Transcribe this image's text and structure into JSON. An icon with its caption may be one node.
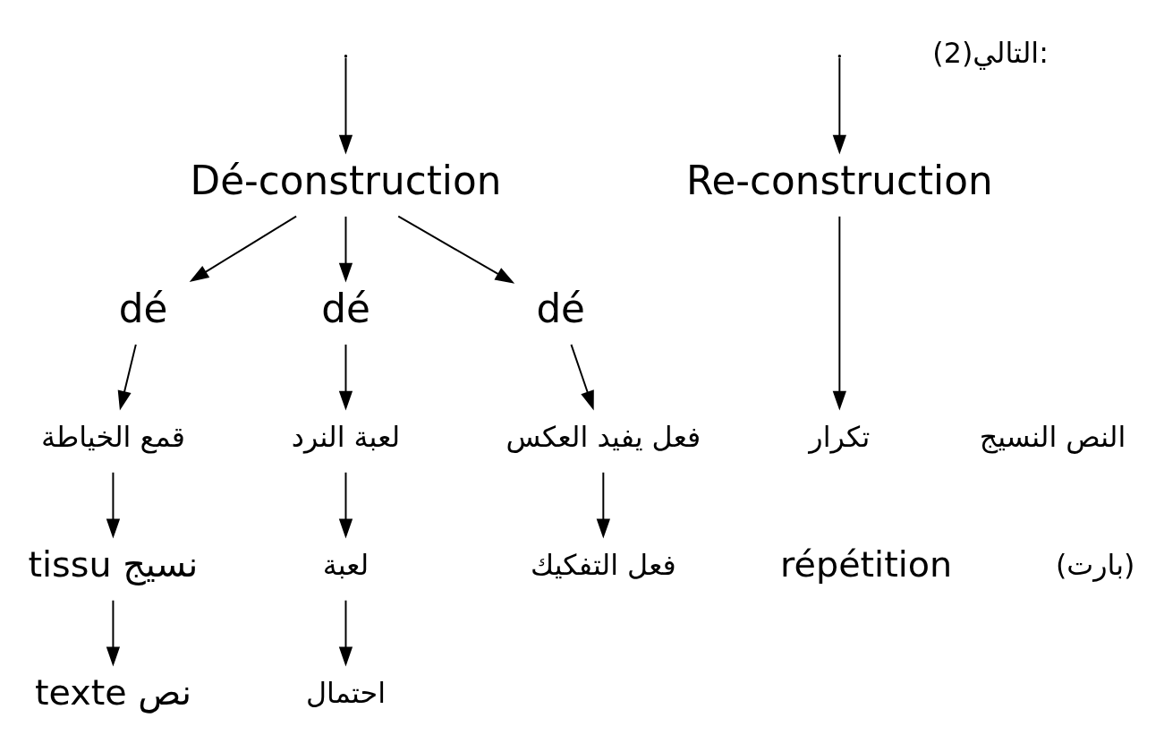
{
  "diagram": {
    "nodes": [
      {
        "text": [
          "Dé-construction"
        ]
      },
      {
        "text": [
          "Re-construction"
        ]
      },
      {
        "text": [
          "dé"
        ]
      },
      {
        "text": [
          "dé"
        ]
      },
      {
        "text": [
          "dé"
        ]
      },
      {
        "text": [
          "قمع الخياطة"
        ]
      },
      {
        "text": [
          "لعبة النرد"
        ]
      },
      {
        "text": [
          "فعل يفيد العكس"
        ]
      },
      {
        "text": [
          "tissu نسيج"
        ]
      },
      {
        "text": [
          "لعبة"
        ]
      },
      {
        "text": [
          "فعل التفكيك"
        ]
      },
      {
        "text": [
          "texte نص"
        ]
      },
      {
        "text": [
          "احتمال"
        ]
      },
      {
        "text": [
          "تكرار"
        ]
      },
      {
        "text": [
          "répétition"
        ]
      }
    ],
    "edges": [
      {
        "from": null,
        "to": 0,
        "arrow": "to"
      },
      {
        "from": null,
        "to": 1,
        "arrow": "to"
      },
      {
        "from": 0,
        "to": 2,
        "arrow": "to"
      },
      {
        "from": 0,
        "to": 3,
        "arrow": "to"
      },
      {
        "from": 0,
        "to": 4,
        "arrow": "to"
      },
      {
        "from": 2,
        "to": 5,
        "arrow": "to"
      },
      {
        "from": 3,
        "to": 6,
        "arrow": "to"
      },
      {
        "from": 4,
        "to": 7,
        "arrow": "to"
      },
      {
        "from": 5,
        "to": 8,
        "arrow": "to"
      },
      {
        "from": 6,
        "to": 9,
        "arrow": "to"
      },
      {
        "from": 7,
        "to": 10,
        "arrow": "to"
      },
      {
        "from": 8,
        "to": 11,
        "arrow": "to"
      },
      {
        "from": 9,
        "to": 12,
        "arrow": "to"
      },
      {
        "from": 1,
        "to": 13,
        "arrow": "to"
      }
    ],
    "labels": [
      "التالي(2):",
      "النص النسيج",
      "(بارت)"
    ]
  }
}
